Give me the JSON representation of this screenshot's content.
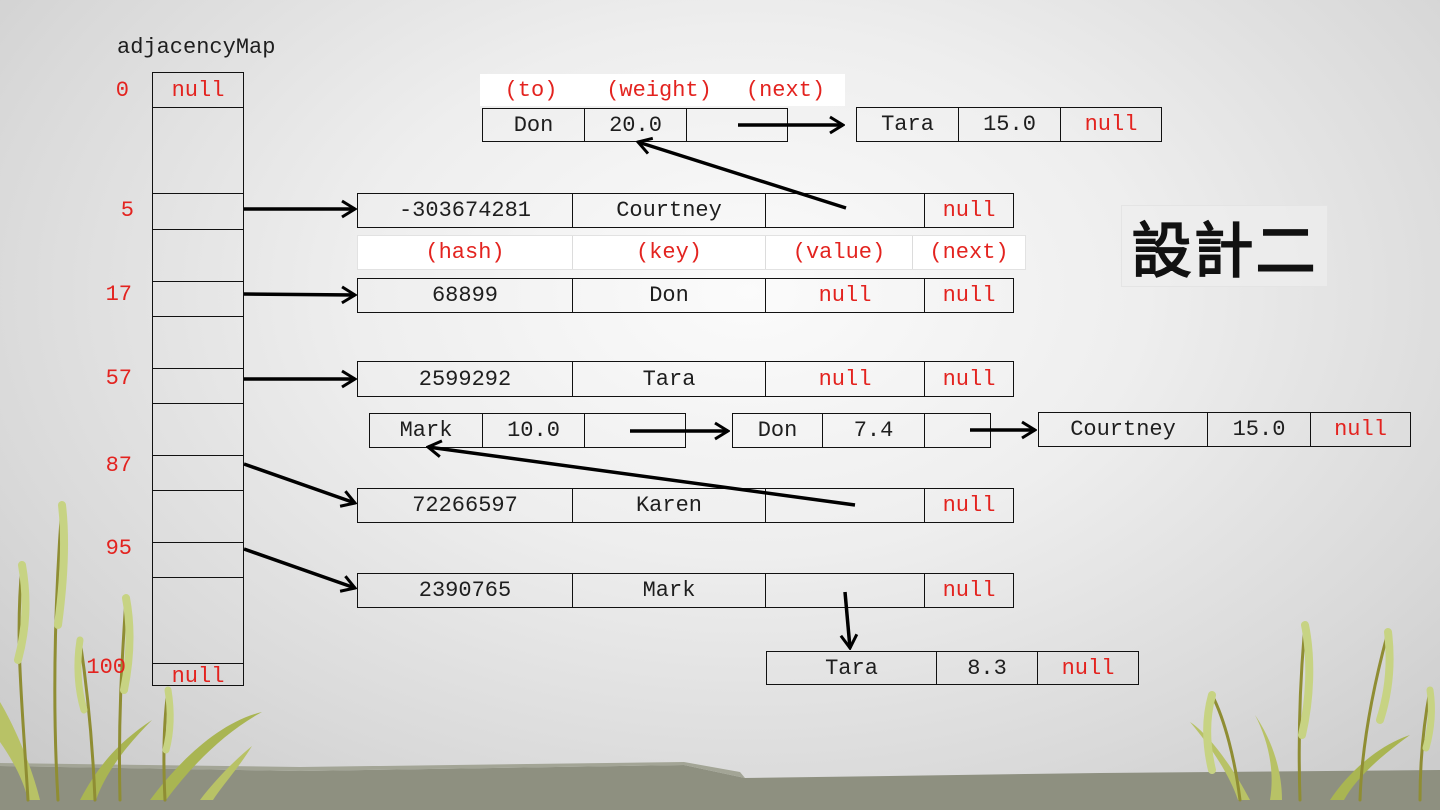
{
  "colors": {
    "null_text": "#e3231f",
    "cell_text": "#1e1e1e",
    "arrow": "#000000",
    "ground": "#8e9080",
    "grass_stem": "#8f8d33",
    "grass_head": "#c7d383"
  },
  "map_label": "adjacencyMap",
  "title": "設計二",
  "array": {
    "slots": [
      {
        "index": "0",
        "value": "null"
      },
      {
        "index": "5"
      },
      {
        "index": "17"
      },
      {
        "index": "57"
      },
      {
        "index": "87"
      },
      {
        "index": "95"
      },
      {
        "index": "100",
        "value": "null"
      }
    ]
  },
  "entry_header": {
    "hash": "(hash)",
    "key": "(key)",
    "value": "(value)",
    "next": "(next)"
  },
  "entries": [
    {
      "hash": "-303674281",
      "key": "Courtney",
      "next": "null"
    },
    {
      "hash": "68899",
      "key": "Don",
      "value": "null",
      "next": "null"
    },
    {
      "hash": "2599292",
      "key": "Tara",
      "value": "null",
      "next": "null"
    },
    {
      "hash": "72266597",
      "key": "Karen",
      "next": "null"
    },
    {
      "hash": "2390765",
      "key": "Mark",
      "next": "null"
    }
  ],
  "edge_header": {
    "to": "(to)",
    "weight": "(weight)",
    "next": "(next)"
  },
  "edge_lists": {
    "courtney": [
      {
        "to": "Don",
        "weight": "20.0"
      },
      {
        "to": "Tara",
        "weight": "15.0",
        "next": "null"
      }
    ],
    "karen": [
      {
        "to": "Mark",
        "weight": "10.0"
      },
      {
        "to": "Don",
        "weight": "7.4"
      },
      {
        "to": "Courtney",
        "weight": "15.0",
        "next": "null"
      }
    ],
    "mark": [
      {
        "to": "Tara",
        "weight": "8.3",
        "next": "null"
      }
    ]
  }
}
